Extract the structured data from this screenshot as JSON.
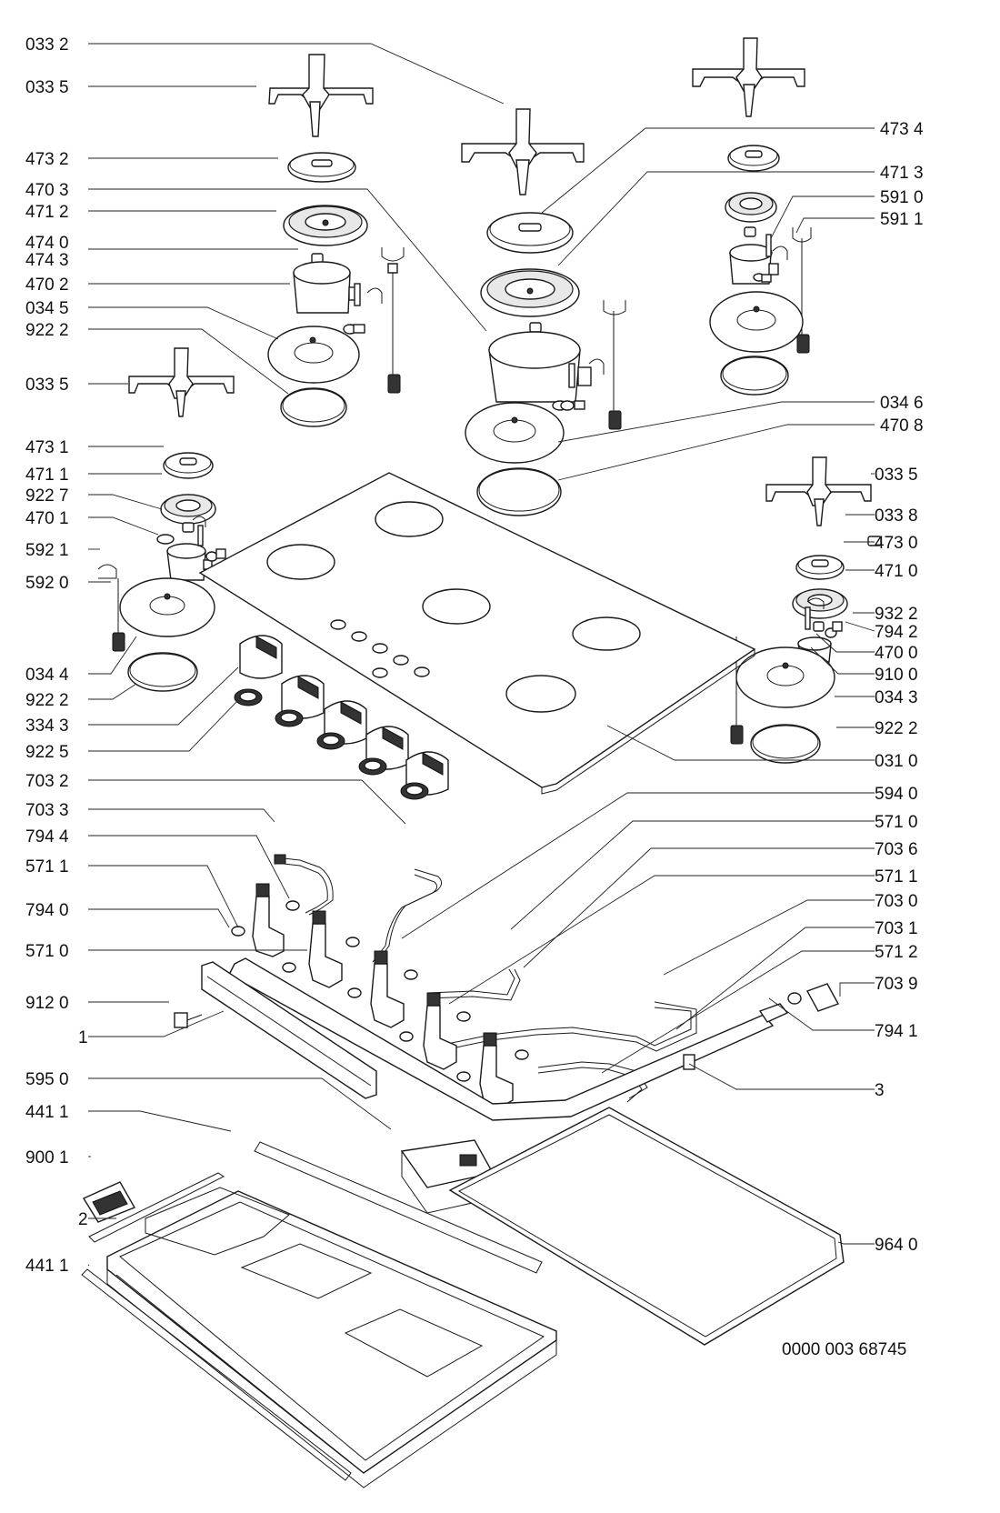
{
  "labels_left": [
    "033 2",
    "033 5",
    "473 2",
    "470 3",
    "471 2",
    "474 0",
    "474 3",
    "470 2",
    "034 5",
    "922 2",
    "033 5",
    "473 1",
    "471 1",
    "922 7",
    "470 1",
    "592 1",
    "592 0",
    "034 4",
    "922 2",
    "334 3",
    "922 5",
    "703 2",
    "703 3",
    "794 4",
    "571 1",
    "794 0",
    "571 0",
    "912 0",
    "1",
    "595 0",
    "441 1",
    "900 1",
    "2",
    "441 1"
  ],
  "labels_right": [
    "473 4",
    "471 3",
    "591 0",
    "591 1",
    "034 6",
    "470 8",
    "033 5",
    "033 8",
    "473 0",
    "471 0",
    "932 2",
    "794 2",
    "470 0",
    "910 0",
    "034 3",
    "922 2",
    "031 0",
    "594 0",
    "571 0",
    "703 6",
    "571 1",
    "703 0",
    "703 1",
    "571 2",
    "703 9",
    "794 1",
    "3",
    "964 0"
  ],
  "doc_number": "0000 003 68745"
}
